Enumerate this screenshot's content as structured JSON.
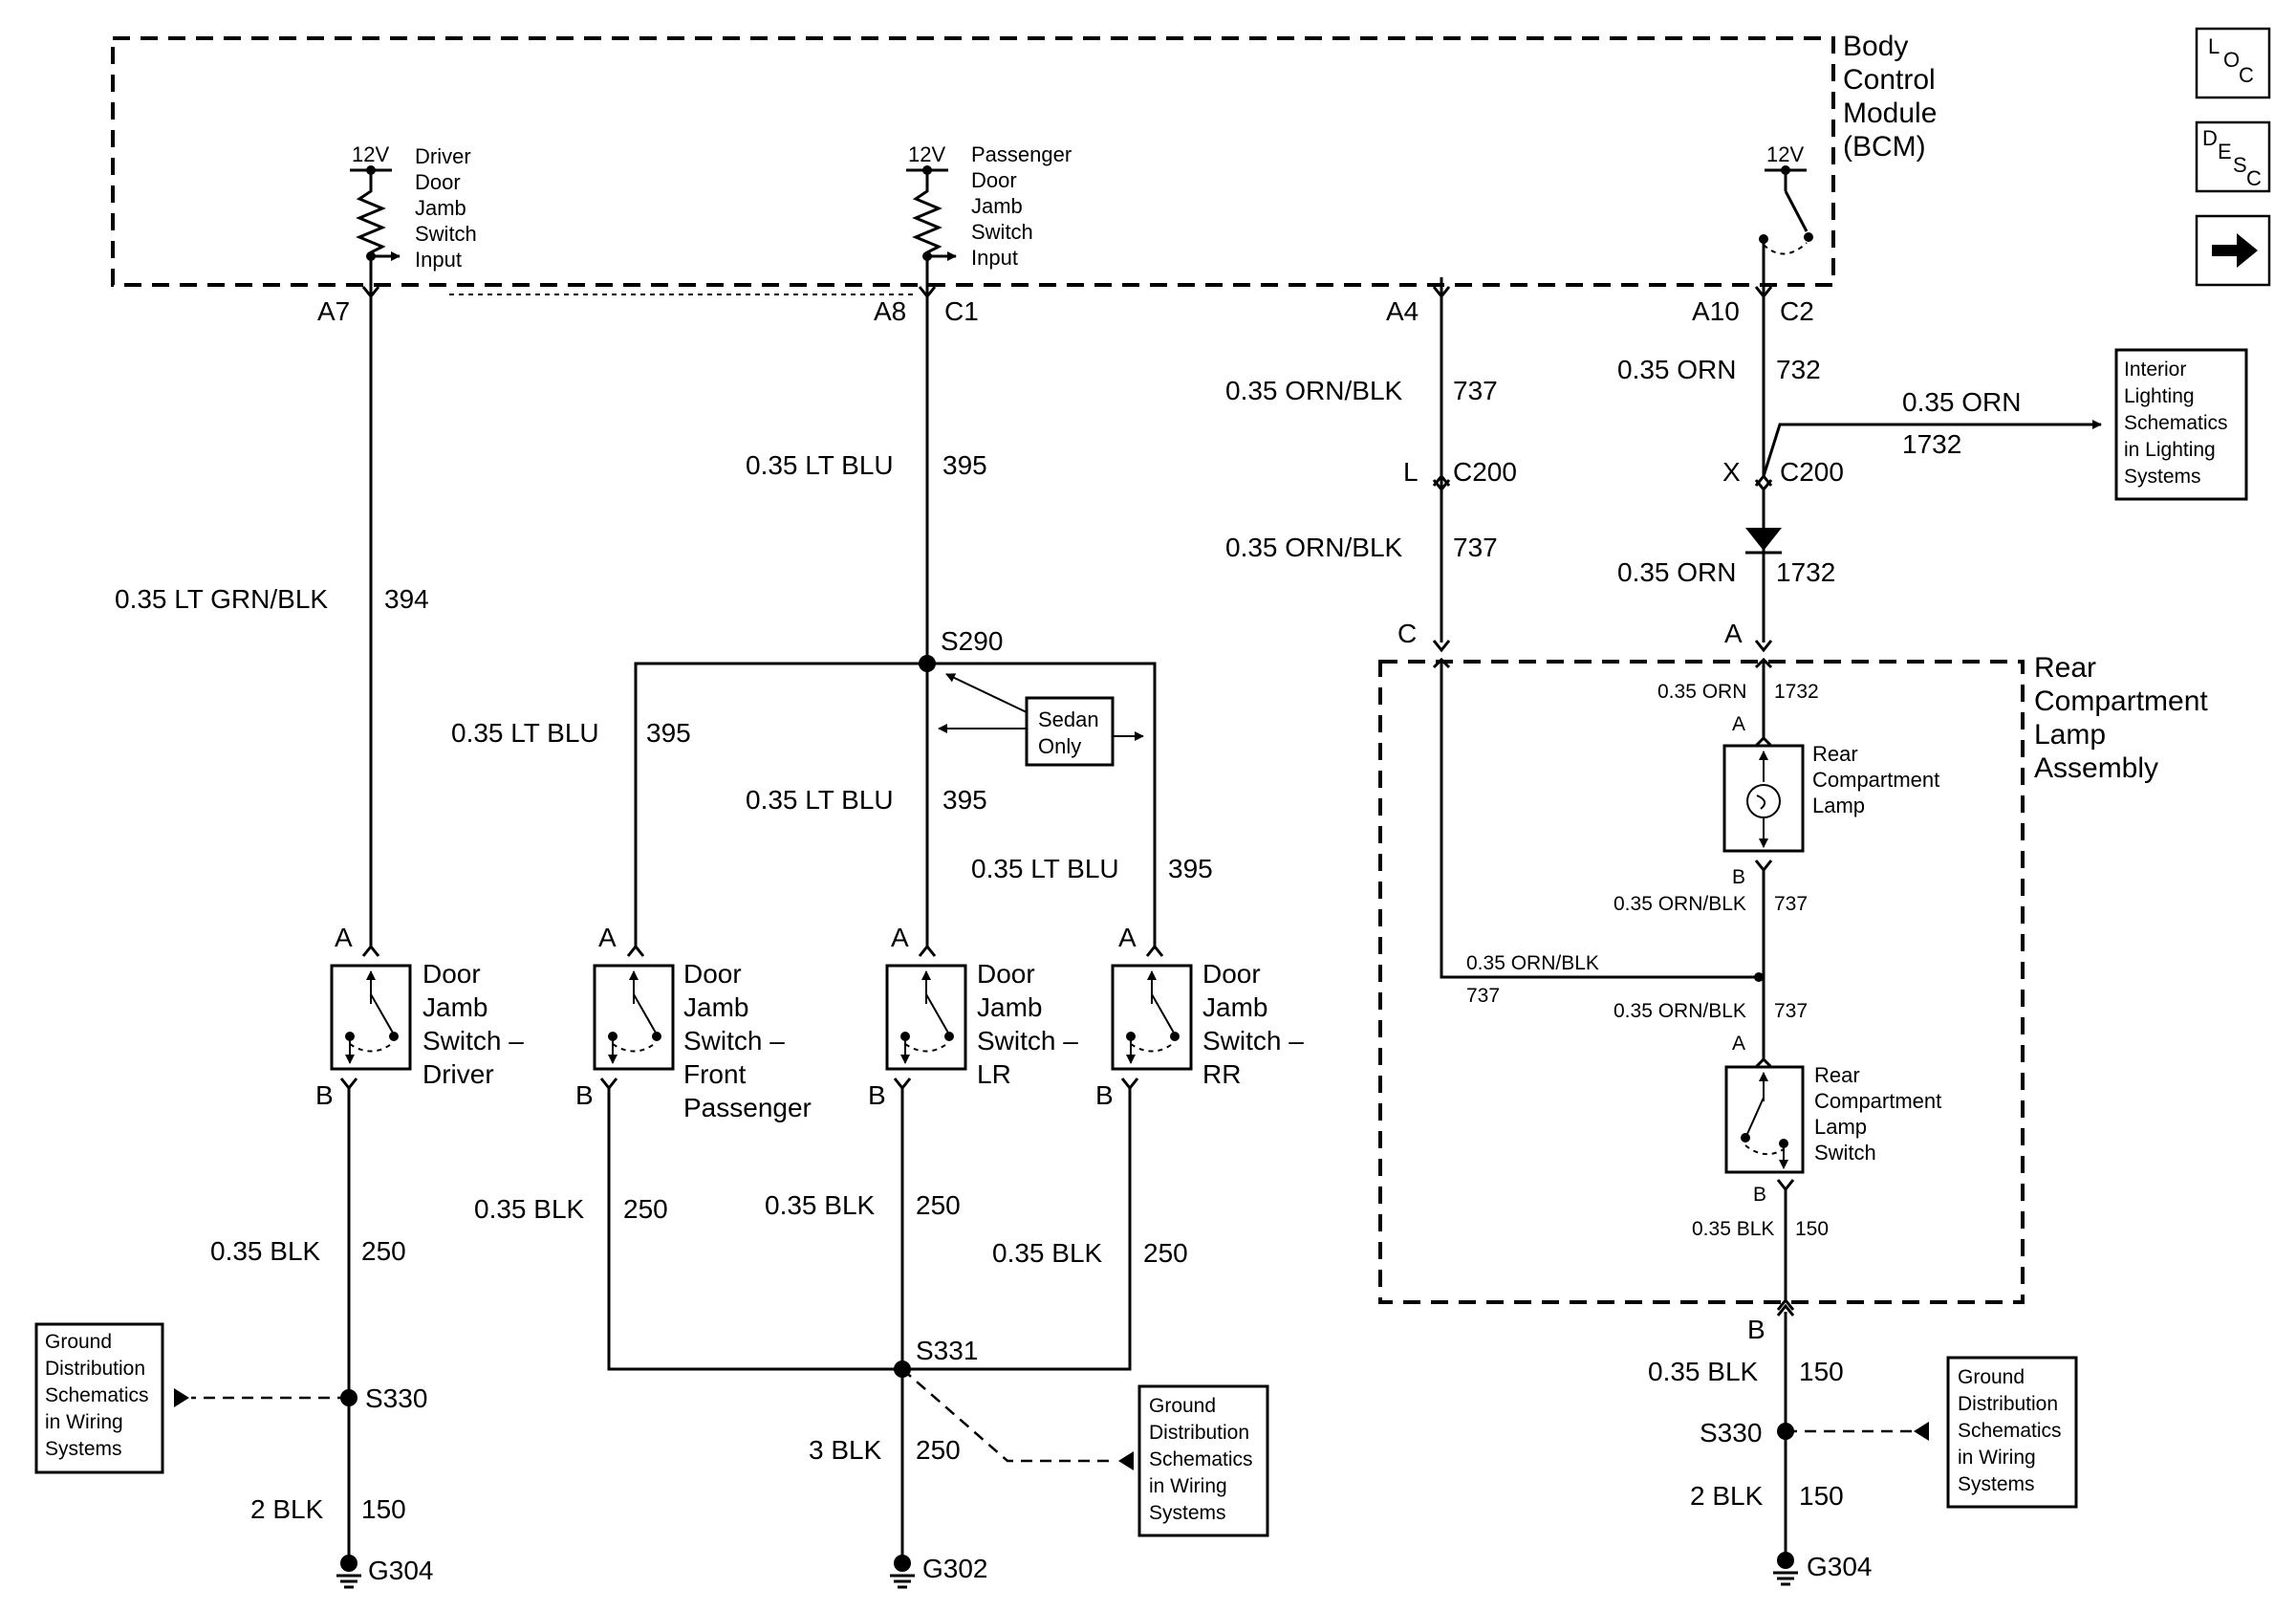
{
  "bcm": {
    "label": [
      "Body",
      "Control",
      "Module",
      "(BCM)"
    ]
  },
  "bcm_inputs": {
    "driver": {
      "volt": "12V",
      "label": [
        "Driver",
        "Door",
        "Jamb",
        "Switch",
        "Input"
      ]
    },
    "passenger": {
      "volt": "12V",
      "label": [
        "Passenger",
        "Door",
        "Jamb",
        "Switch",
        "Input"
      ]
    },
    "lamp_out": {
      "volt": "12V"
    }
  },
  "pins": {
    "a7": "A7",
    "a8": "A8",
    "c1": "C1",
    "a4": "A4",
    "a10": "A10",
    "c2": "C2",
    "l": "L",
    "c200_l": "C200",
    "x": "X",
    "c200_x": "C200",
    "c": "C",
    "a_top": "A",
    "a_lamp": "A",
    "b_lamp": "B",
    "a_switch": "A",
    "b_switch": "B",
    "b_bottom": "B",
    "driver_a": "A",
    "driver_b": "B",
    "fp_a": "A",
    "fp_b": "B",
    "lr_a": "A",
    "lr_b": "B",
    "rr_a": "A",
    "rr_b": "B"
  },
  "wires": {
    "w394": {
      "gauge": "0.35 LT GRN/BLK",
      "circuit": "394"
    },
    "w395_top": {
      "gauge": "0.35 LT BLU",
      "circuit": "395"
    },
    "w395_fp": {
      "gauge": "0.35 LT BLU",
      "circuit": "395"
    },
    "w395_lr": {
      "gauge": "0.35 LT BLU",
      "circuit": "395"
    },
    "w395_rr": {
      "gauge": "0.35 LT BLU",
      "circuit": "395"
    },
    "w737_top": {
      "gauge": "0.35 ORN/BLK",
      "circuit": "737"
    },
    "w737_mid": {
      "gauge": "0.35 ORN/BLK",
      "circuit": "737"
    },
    "w732": {
      "gauge": "0.35 ORN",
      "circuit": "732"
    },
    "w1732_branch": {
      "gauge": "0.35 ORN",
      "circuit": "1732"
    },
    "w1732": {
      "gauge": "0.35 ORN",
      "circuit": "1732"
    },
    "w1732_inner": {
      "gauge": "0.35 ORN",
      "circuit": "1732"
    },
    "w737_inner1": {
      "gauge": "0.35 ORN/BLK",
      "circuit": "737"
    },
    "w737_inner_h": {
      "gauge": "0.35 ORN/BLK",
      "circuit": "737"
    },
    "w737_inner2": {
      "gauge": "0.35 ORN/BLK",
      "circuit": "737"
    },
    "w150_inner": {
      "gauge": "0.35 BLK",
      "circuit": "150"
    },
    "w250_driver": {
      "gauge": "0.35 BLK",
      "circuit": "250"
    },
    "w250_fp": {
      "gauge": "0.35 BLK",
      "circuit": "250"
    },
    "w250_lr": {
      "gauge": "0.35 BLK",
      "circuit": "250"
    },
    "w250_rr": {
      "gauge": "0.35 BLK",
      "circuit": "250"
    },
    "w150_driver_gnd": {
      "gauge": "2 BLK",
      "circuit": "150"
    },
    "w250_main": {
      "gauge": "3 BLK",
      "circuit": "250"
    },
    "w150_rear": {
      "gauge": "0.35 BLK",
      "circuit": "150"
    },
    "w150_rear_gnd": {
      "gauge": "2 BLK",
      "circuit": "150"
    }
  },
  "splices": {
    "s290": "S290",
    "s330_left": "S330",
    "s331": "S331",
    "s330_right": "S330"
  },
  "grounds": {
    "g304_left": "G304",
    "g302": "G302",
    "g304_right": "G304"
  },
  "sedan_only": [
    "Sedan",
    "Only"
  ],
  "switches": {
    "driver": [
      "Door",
      "Jamb",
      "Switch –",
      "Driver"
    ],
    "front_passenger": [
      "Door",
      "Jamb",
      "Switch –",
      "Front",
      "Passenger"
    ],
    "lr": [
      "Door",
      "Jamb",
      "Switch –",
      "LR"
    ],
    "rr": [
      "Door",
      "Jamb",
      "Switch –",
      "RR"
    ]
  },
  "rear_assembly": {
    "label": [
      "Rear",
      "Compartment",
      "Lamp",
      "Assembly"
    ],
    "lamp": [
      "Rear",
      "Compartment",
      "Lamp"
    ],
    "switch": [
      "Rear",
      "Compartment",
      "Lamp",
      "Switch"
    ]
  },
  "references": {
    "interior_lighting": [
      "Interior",
      "Lighting",
      "Schematics",
      "in Lighting",
      "Systems"
    ],
    "ground_left": [
      "Ground",
      "Distribution",
      "Schematics",
      "in Wiring",
      "Systems"
    ],
    "ground_center": [
      "Ground",
      "Distribution",
      "Schematics",
      "in Wiring",
      "Systems"
    ],
    "ground_right": [
      "Ground",
      "Distribution",
      "Schematics",
      "in Wiring",
      "Systems"
    ]
  },
  "nav_icons": {
    "loc": {
      "a": "L",
      "b": "O",
      "c": "C"
    },
    "desc": {
      "a": "D",
      "b": "E",
      "c": "S",
      "d": "C"
    }
  }
}
